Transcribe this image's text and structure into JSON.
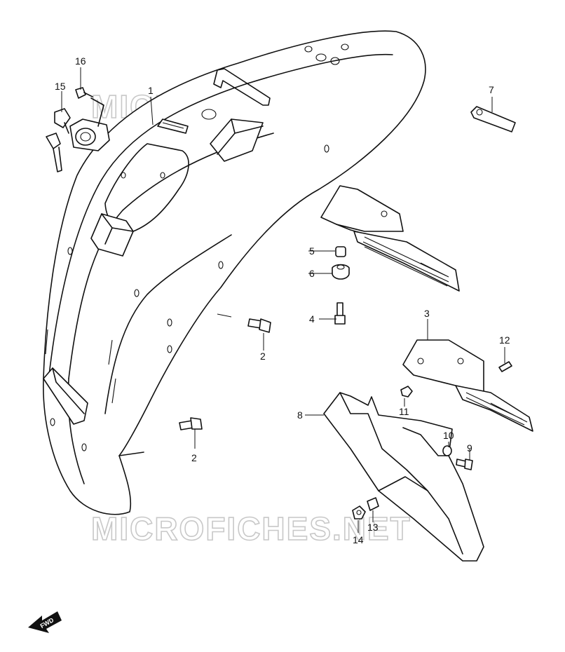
{
  "watermark": "MICROFICHES.NET",
  "fwd_label": "FWD",
  "callouts": {
    "p1": "1",
    "p2a": "2",
    "p2b": "2",
    "p3": "3",
    "p4": "4",
    "p5": "5",
    "p6": "6",
    "p7": "7",
    "p8": "8",
    "p9": "9",
    "p10": "10",
    "p11": "11",
    "p12": "12",
    "p13": "13",
    "p14": "14",
    "p15": "15",
    "p16": "16"
  }
}
